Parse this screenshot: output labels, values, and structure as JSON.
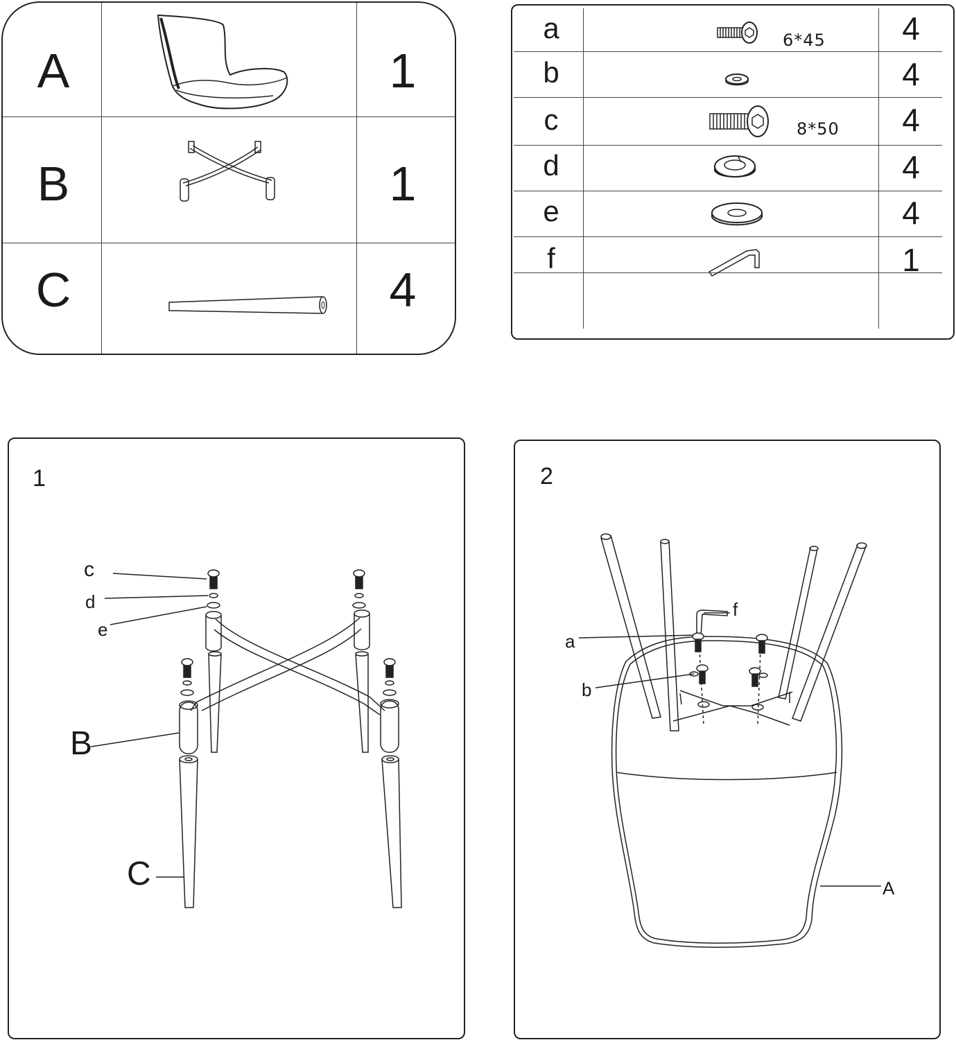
{
  "parts": [
    {
      "letter": "A",
      "qty": "1",
      "icon": "chair-seat-icon"
    },
    {
      "letter": "B",
      "qty": "1",
      "icon": "cross-base-frame-icon"
    },
    {
      "letter": "C",
      "qty": "4",
      "icon": "tapered-leg-icon"
    }
  ],
  "hardware": [
    {
      "letter": "a",
      "qty": "4",
      "size": "6*45",
      "icon": "hex-bolt-icon"
    },
    {
      "letter": "b",
      "qty": "4",
      "size": "",
      "icon": "small-washer-icon"
    },
    {
      "letter": "c",
      "qty": "4",
      "size": "8*50",
      "icon": "hex-bolt-large-icon"
    },
    {
      "letter": "d",
      "qty": "4",
      "size": "",
      "icon": "spring-washer-icon"
    },
    {
      "letter": "e",
      "qty": "4",
      "size": "",
      "icon": "flat-washer-icon"
    },
    {
      "letter": "f",
      "qty": "1",
      "size": "",
      "icon": "allen-key-icon"
    }
  ],
  "step1": {
    "number": "1",
    "labels": {
      "c": "c",
      "d": "d",
      "e": "e",
      "B": "B",
      "C": "C"
    }
  },
  "step2": {
    "number": "2",
    "labels": {
      "a": "a",
      "b": "b",
      "f": "f",
      "A": "A"
    }
  }
}
